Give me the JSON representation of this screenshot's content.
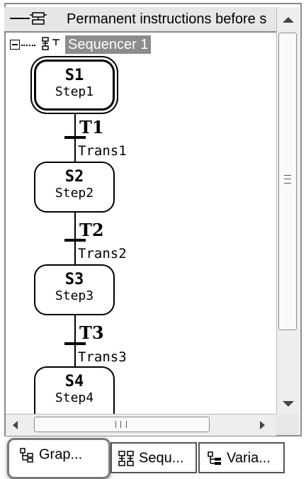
{
  "header": {
    "title": "Permanent instructions before s"
  },
  "tree": {
    "sequencer_label": "Sequencer 1"
  },
  "steps": [
    {
      "name": "S1",
      "label": "Step1",
      "initial": true
    },
    {
      "name": "S2",
      "label": "Step2",
      "initial": false
    },
    {
      "name": "S3",
      "label": "Step3",
      "initial": false
    },
    {
      "name": "S4",
      "label": "Step4",
      "initial": false
    }
  ],
  "transitions": [
    {
      "name": "T1",
      "label": "Trans1"
    },
    {
      "name": "T2",
      "label": "Trans2"
    },
    {
      "name": "T3",
      "label": "Trans3"
    }
  ],
  "tabs": [
    {
      "label": "Grap...",
      "icon": "graph-tree-icon",
      "active": true
    },
    {
      "label": "Sequ...",
      "icon": "sequence-grid-icon",
      "active": false
    },
    {
      "label": "Varia...",
      "icon": "variables-tree-icon",
      "active": false
    }
  ]
}
